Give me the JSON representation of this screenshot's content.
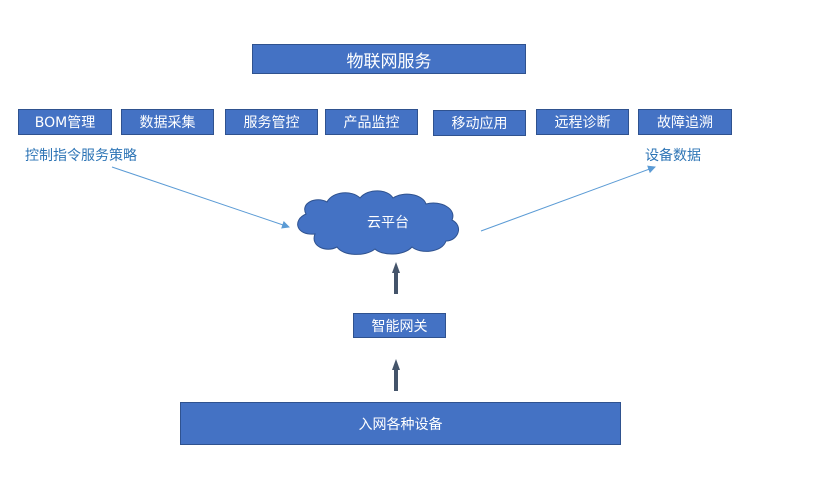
{
  "title": "物联网服务",
  "services": [
    "BOM管理",
    "数据采集",
    "服务管控",
    "产品监控",
    "移动应用",
    "远程诊断",
    "故障追溯"
  ],
  "left_label": "控制指令服务策略",
  "right_label": "设备数据",
  "cloud_label": "云平台",
  "gateway_label": "智能网关",
  "devices_label": "入网各种设备",
  "colors": {
    "box_fill": "#4472c4",
    "box_border": "#2f528f",
    "label_text": "#2e75b6",
    "connector": "#5b9bd5",
    "up_arrow": "#44546a"
  }
}
